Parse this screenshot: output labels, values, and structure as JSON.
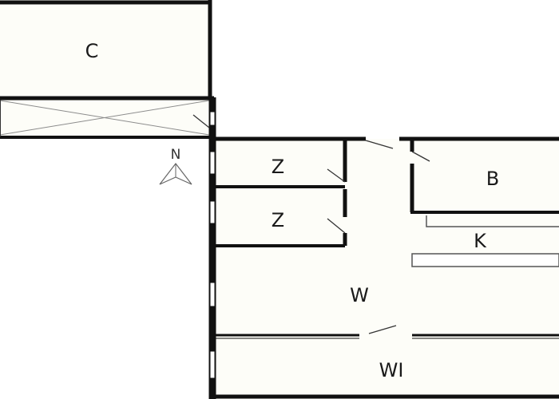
{
  "floorplan": {
    "rooms": [
      {
        "id": "carport",
        "label": "C"
      },
      {
        "id": "room-1",
        "label": "Z"
      },
      {
        "id": "room-2",
        "label": "Z"
      },
      {
        "id": "bathroom",
        "label": "B"
      },
      {
        "id": "kitchen",
        "label": "K"
      },
      {
        "id": "living",
        "label": "W"
      },
      {
        "id": "wintergarden",
        "label": "WI"
      }
    ],
    "north_arrow": {
      "label": "N"
    },
    "colors": {
      "wall": "#111111",
      "floor": "#fdfdf8",
      "line": "#444444",
      "background": "#ffffff"
    }
  }
}
